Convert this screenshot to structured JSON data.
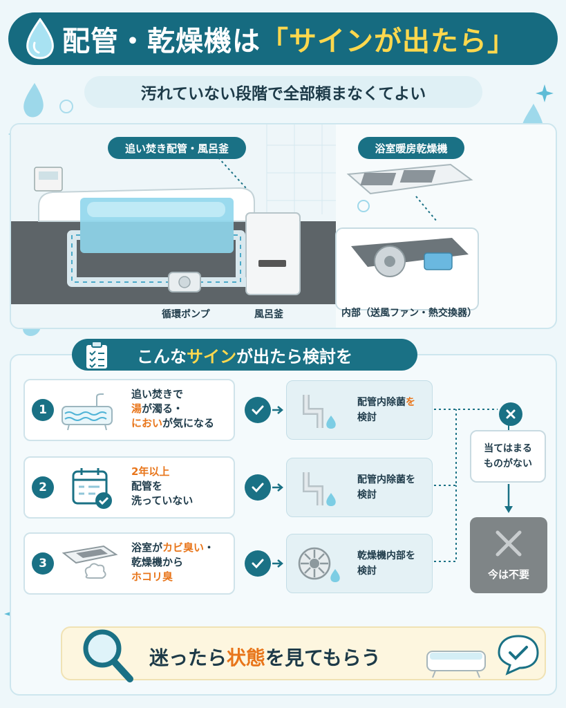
{
  "title": {
    "prefix": "配管・乾燥機は",
    "accent": "「サインが出たら」"
  },
  "subtitle": "汚れていない段階で全部頼まなくてよい",
  "diagram": {
    "bath_tag": "追い焚き配管・風呂釜",
    "dryer_tag": "浴室暖房乾燥機",
    "pump_label": "循環ポンプ",
    "boiler_label": "風呂釜",
    "dryer_inside_label": "内部（送風ファン・熱交換器）"
  },
  "section": {
    "before": "こんな",
    "accent": "サイン",
    "after": "が出たら検討を"
  },
  "signs": [
    {
      "number": "1",
      "line1": "追い焚きで",
      "line2_accent": "湯",
      "line2_rest": "が濁る・",
      "line3_accent": "におい",
      "line3_rest": "が気になる",
      "action_prefix": "配管内除菌",
      "action_suffix": "を",
      "action_line2": "検討"
    },
    {
      "number": "2",
      "line1_accent": "2年以上",
      "line2": "配管を",
      "line3": "洗っていない",
      "action_line1": "配管内除菌を",
      "action_line2": "検討"
    },
    {
      "number": "3",
      "line1_prefix": "浴室が",
      "line1_accent": "カビ臭い",
      "line1_suffix": "・",
      "line2": "乾燥機から",
      "line3_accent": "ホコリ臭",
      "action_line1": "乾燥機内部を",
      "action_line2": "検討"
    }
  ],
  "none_applies": "当てはまる\nものがない",
  "unneeded": "今は不要",
  "bottom": {
    "before": "迷ったら",
    "accent": "状態",
    "after": "を見てもらう"
  },
  "colors": {
    "primary": "#1a7185",
    "accent_yellow": "#ffd84d",
    "accent_orange": "#e8751a",
    "water": "#7ccde4",
    "gray_box": "#7f8587"
  }
}
